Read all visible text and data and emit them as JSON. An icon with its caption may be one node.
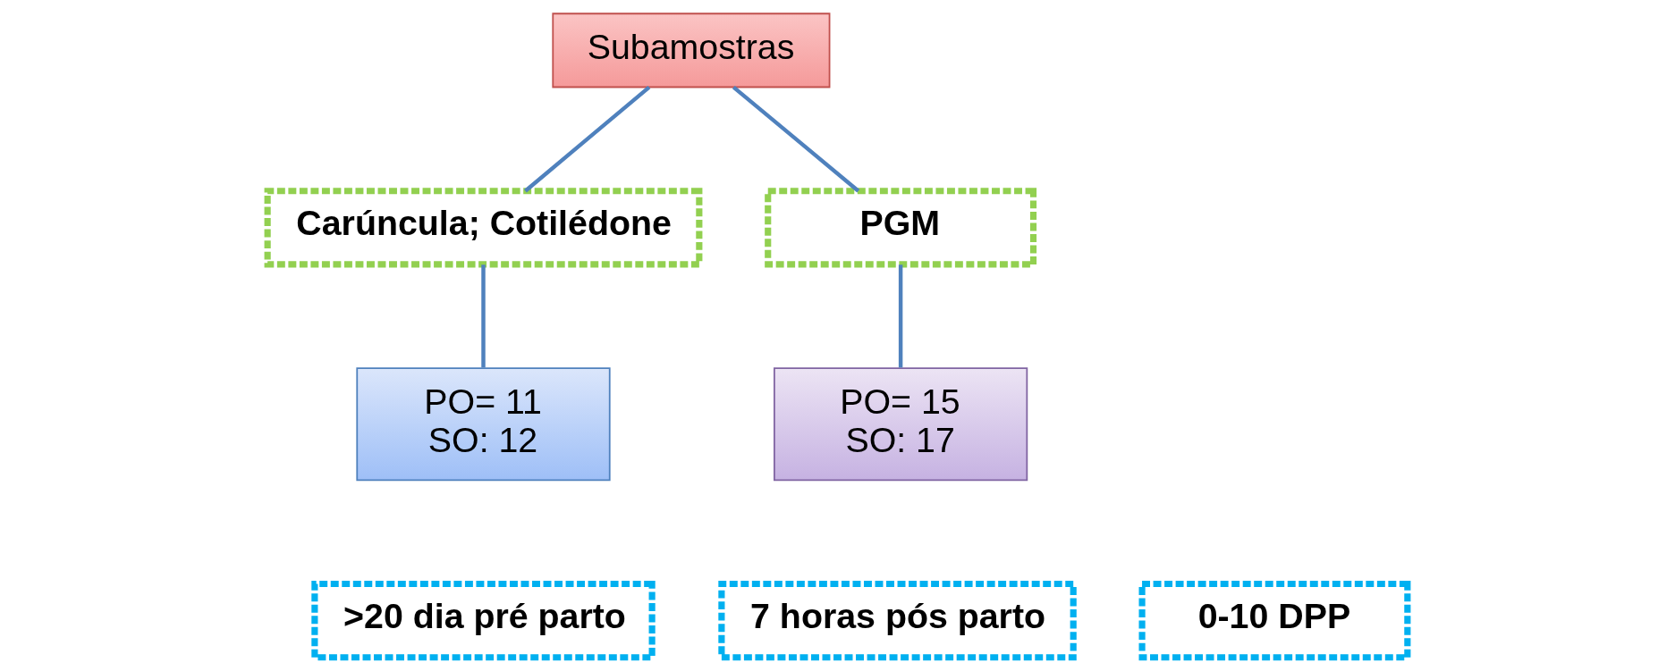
{
  "diagram": {
    "nodes": [
      {
        "text": [
          "Subamostras"
        ]
      },
      {
        "text": [
          "Carúncula; Cotilédone"
        ]
      },
      {
        "text": [
          "PGM"
        ]
      },
      {
        "text": [
          "PO= 11",
          "SO: 12"
        ]
      },
      {
        "text": [
          ">20 dia pré parto"
        ]
      },
      {
        "text": [
          "7 horas pós parto"
        ]
      },
      {
        "text": [
          "PO= 15",
          "SO: 17"
        ]
      },
      {
        "text": [
          "0-10 DPP"
        ]
      }
    ],
    "edges": [
      {
        "from": 0,
        "to": 1,
        "arrow": "none"
      },
      {
        "from": 0,
        "to": 2,
        "arrow": "none"
      },
      {
        "from": 1,
        "to": 3,
        "arrow": "none"
      },
      {
        "from": 2,
        "to": 6,
        "arrow": "none"
      }
    ]
  }
}
